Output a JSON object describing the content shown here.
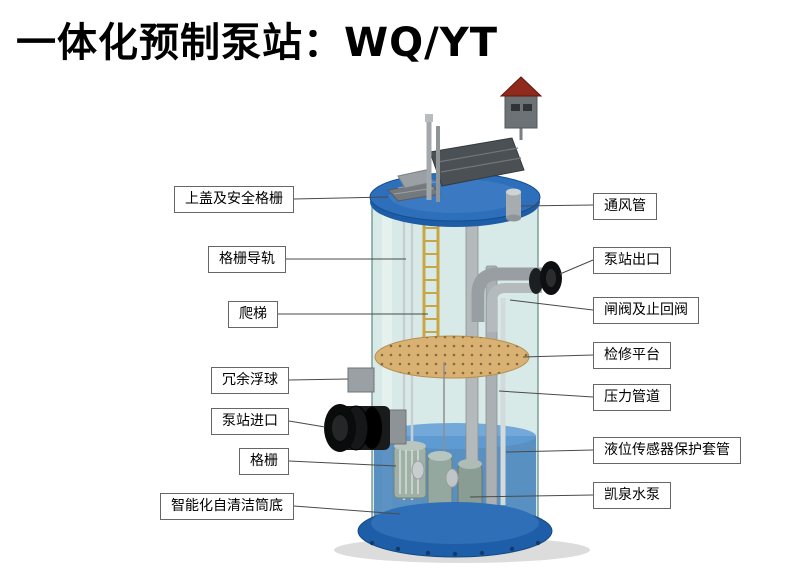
{
  "title": "一体化预制泵站：WQ/YT",
  "callouts": {
    "left": [
      {
        "label": "上盖及安全格栅"
      },
      {
        "label": "格栅导轨"
      },
      {
        "label": "爬梯"
      },
      {
        "label": "冗余浮球"
      },
      {
        "label": "泵站进口"
      },
      {
        "label": "格栅"
      },
      {
        "label": "智能化自清洁筒底"
      }
    ],
    "right": [
      {
        "label": "通风管"
      },
      {
        "label": "泵站出口"
      },
      {
        "label": "闸阀及止回阀"
      },
      {
        "label": "检修平台"
      },
      {
        "label": "压力管道"
      },
      {
        "label": "液位传感器保护套管"
      },
      {
        "label": "凯泉水泵"
      }
    ]
  },
  "illustration": {
    "subject": "integrated-prefabricated-pump-station",
    "colors": {
      "lid_blue": "#2e6fbb",
      "base_blue": "#1e5ea9",
      "glass_teal": "#b0d6d0",
      "platform_tan": "#d8b173",
      "pipe_gray": "#b4b9bc",
      "inlet_black": "#111111",
      "water_blue": "#2e74bc",
      "ladder_yellow": "#c8a646",
      "roof_red": "#8f2a1c"
    }
  }
}
